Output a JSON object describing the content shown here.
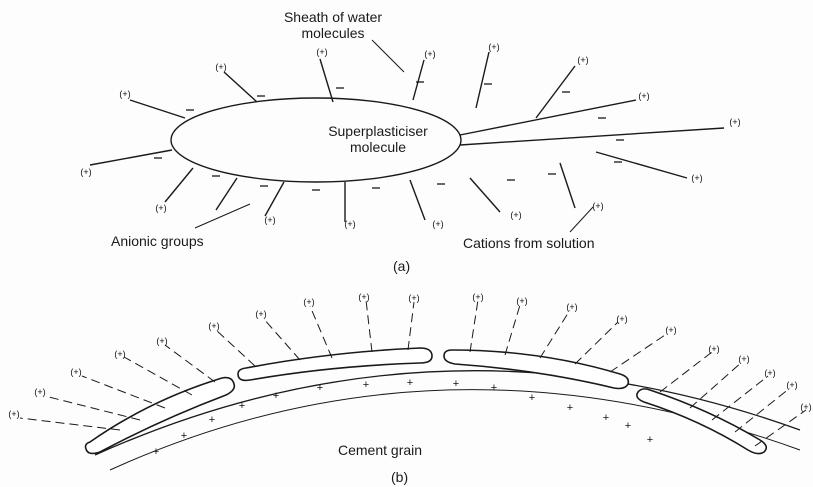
{
  "labels": {
    "sheath_line1": "Sheath of water",
    "sheath_line2": "molecules",
    "super_line1": "Superplasticiser",
    "super_line2": "molecule",
    "anionic": "Anionic groups",
    "cations": "Cations from solution",
    "panel_a": "(a)",
    "cement": "Cement grain",
    "panel_b": "(b)"
  },
  "symbols": {
    "cation": "(+)",
    "anion": "–",
    "surface_charge": "+"
  },
  "colors": {
    "ink": "#1a1a1a",
    "paper": "#fdfdfd"
  }
}
